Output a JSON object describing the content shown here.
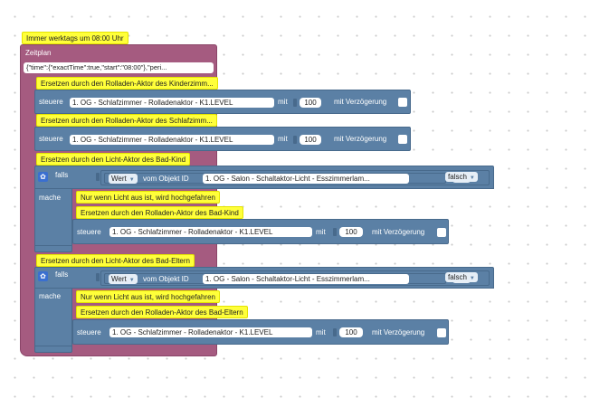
{
  "schedule": {
    "comment": "Immer werktags um 08:00 Uhr",
    "block_label": "Zeitplan",
    "cron_value": "{\"time\":{\"exactTime\":true,\"start\":\"08:00\"},\"peri..."
  },
  "actions": [
    {
      "comment": "Ersetzen durch den Rolladen-Aktor des Kinderzimm...",
      "label": "steuere",
      "object": "1. OG - Schlafzimmer - Rolladenaktor - K1.LEVEL",
      "with": "mit",
      "value": "100",
      "delay": "mit Verzögerung"
    },
    {
      "comment": "Ersetzen durch den Rolladen-Aktor des Schlafzimm...",
      "label": "steuere",
      "object": "1. OG - Schlafzimmer - Rolladenaktor - K1.LEVEL",
      "with": "mit",
      "value": "100",
      "delay": "mit Verzögerung"
    }
  ],
  "conditions": [
    {
      "comment": "Ersetzen durch den Licht-Aktor des Bad-Kind",
      "if_label": "falls",
      "value_dropdown": "Wert",
      "from_object_label": "vom Objekt ID",
      "object": "1. OG - Salon - Schaltaktor-Licht - Esszimmerlam...",
      "operator": "=",
      "compare": "falsch",
      "do_label": "mache",
      "inner_comment_1": "Nur wenn Licht aus ist, wird hochgefahren",
      "inner_comment_2": "Ersetzen durch den Rolladen-Aktor des Bad-Kind",
      "action": {
        "label": "steuere",
        "object": "1. OG - Schlafzimmer - Rolladenaktor - K1.LEVEL",
        "with": "mit",
        "value": "100",
        "delay": "mit Verzögerung"
      }
    },
    {
      "comment": "Ersetzen durch den Licht-Aktor des Bad-Eltern",
      "if_label": "falls",
      "value_dropdown": "Wert",
      "from_object_label": "vom Objekt ID",
      "object": "1. OG - Salon - Schaltaktor-Licht - Esszimmerlam...",
      "operator": "=",
      "compare": "falsch",
      "do_label": "mache",
      "inner_comment_1": "Nur wenn Licht aus ist, wird hochgefahren",
      "inner_comment_2": "Ersetzen durch den Rolladen-Aktor des Bad-Eltern",
      "action": {
        "label": "steuere",
        "object": "1. OG - Schlafzimmer - Rolladenaktor - K1.LEVEL",
        "with": "mit",
        "value": "100",
        "delay": "mit Verzögerung"
      }
    }
  ],
  "colors": {
    "schedule_block": "#a55b80",
    "action_block": "#5b80a5",
    "comment": "#ffff3a",
    "gear": "#3a6fd0"
  },
  "icons": {
    "mutator": "gear-icon",
    "dropdown": "dropdown-arrow-icon",
    "checkbox": "checkbox"
  }
}
